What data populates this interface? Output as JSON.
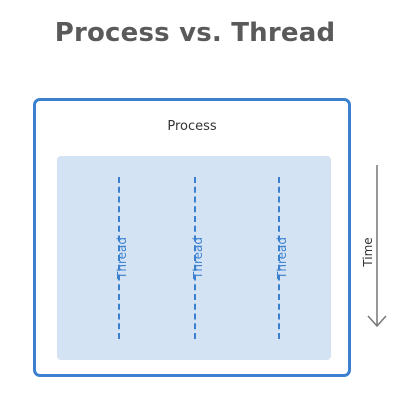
{
  "title": "Process vs. Thread",
  "process": {
    "label": "Process",
    "threads": [
      "Thread",
      "Thread",
      "Thread"
    ]
  },
  "time_axis": {
    "label": "Time",
    "direction": "down"
  },
  "colors": {
    "accent": "#3a80cf",
    "thread_area": "#d4e3f3",
    "title": "#5a5a5a",
    "text": "#333333",
    "arrow": "#777777"
  }
}
